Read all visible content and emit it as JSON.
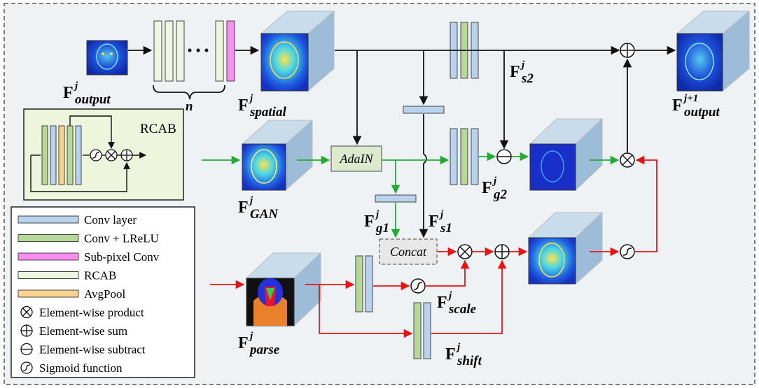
{
  "diagram": {
    "outer_background": "#eef2f5",
    "feature_labels": {
      "output_in": {
        "base": "F",
        "sup": "j",
        "sub": "output"
      },
      "spatial": {
        "base": "F",
        "sup": "j",
        "sub": "spatial"
      },
      "output_out": {
        "base": "F",
        "sup": "j+1",
        "sub": "output"
      },
      "gan": {
        "base": "F",
        "sup": "j",
        "sub": "GAN"
      },
      "parse": {
        "base": "F",
        "sup": "j",
        "sub": "parse"
      },
      "s2": {
        "base": "F",
        "sup": "j",
        "sub": "s2"
      },
      "g2": {
        "base": "F",
        "sup": "j",
        "sub": "g2"
      },
      "g1": {
        "base": "F",
        "sup": "j",
        "sub": "g1"
      },
      "s1": {
        "base": "F",
        "sup": "j",
        "sub": "s1"
      },
      "scale": {
        "base": "F",
        "sup": "j",
        "sub": "scale"
      },
      "shift": {
        "base": "F",
        "sup": "j",
        "sub": "shift"
      }
    },
    "n_label": "n",
    "rcab_title": "RCAB",
    "adain_label": "AdaIN",
    "concat_label": "Concat",
    "legend": [
      {
        "label": "Conv layer",
        "swatch": "conv"
      },
      {
        "label": "Conv + LReLU",
        "swatch": "lrelu"
      },
      {
        "label": "Sub-pixel Conv",
        "swatch": "subpixel"
      },
      {
        "label": "RCAB",
        "swatch": "rcab"
      },
      {
        "label": "AvgPool",
        "swatch": "avgpool"
      },
      {
        "label": "Element-wise product",
        "swatch": "product"
      },
      {
        "label": "Element-wise sum",
        "swatch": "sum"
      },
      {
        "label": "Element-wise subtract",
        "swatch": "subtract"
      },
      {
        "label": "Sigmoid function",
        "swatch": "sigmoid"
      }
    ],
    "colors": {
      "conv": "#b9d3ee",
      "lrelu": "#b6d99a",
      "subpixel": "#f78ef0",
      "rcab": "#eef6e0",
      "avgpool": "#fbd58e",
      "cube_face": "#a8c6de",
      "green_arrow": "#22aa33",
      "red_arrow": "#ee1111",
      "black_arrow": "#111111"
    }
  }
}
